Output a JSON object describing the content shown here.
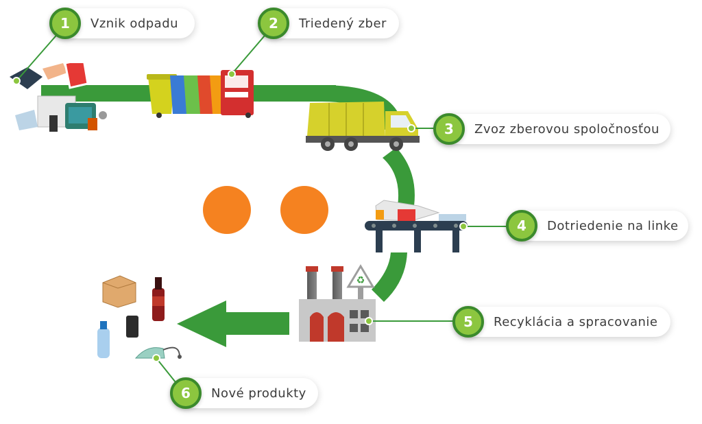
{
  "steps": [
    {
      "number": "1",
      "label": "Vznik odpadu"
    },
    {
      "number": "2",
      "label": "Triedený zber"
    },
    {
      "number": "3",
      "label": "Zvoz zberovou spoločnosťou"
    },
    {
      "number": "4",
      "label": "Dotriedenie na linke"
    },
    {
      "number": "5",
      "label": "Recyklácia a spracovanie"
    },
    {
      "number": "6",
      "label": "Nové produkty"
    }
  ],
  "colors": {
    "flow_green": "#3a9a3a",
    "badge_fill": "#8cc63f",
    "badge_ring": "#3b8a2c",
    "dot_orange": "#f58220",
    "truck_yellow": "#d6d12c"
  }
}
